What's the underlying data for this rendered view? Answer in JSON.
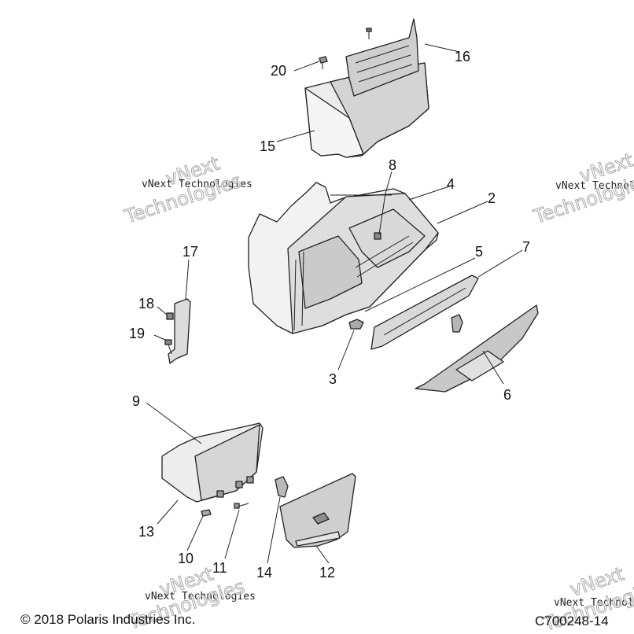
{
  "callouts": {
    "c2": "2",
    "c3": "3",
    "c4": "4",
    "c5": "5",
    "c6": "6",
    "c7": "7",
    "c8": "8",
    "c9": "9",
    "c10": "10",
    "c11": "11",
    "c12": "12",
    "c13": "13",
    "c14": "14",
    "c15": "15",
    "c16": "16",
    "c17": "17",
    "c18": "18",
    "c19": "19",
    "c20": "20"
  },
  "watermark": {
    "line1": "vNext Technologies",
    "vnext": "vNext",
    "technologies": "Technologies"
  },
  "footer": {
    "copyright": "© 2018 Polaris Industries Inc.",
    "diagram_id": "C700248-14"
  },
  "colors": {
    "part_fill": "#e9e9e9",
    "part_dark": "#c8c8c8",
    "line": "#222222"
  }
}
